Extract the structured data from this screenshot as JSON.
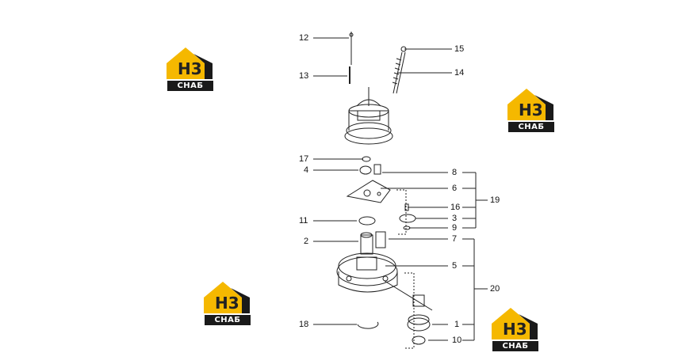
{
  "diagram": {
    "callouts": {
      "c12": "12",
      "c13": "13",
      "c15": "15",
      "c14": "14",
      "c17": "17",
      "c4": "4",
      "c8": "8",
      "c6": "6",
      "c19": "19",
      "c16": "16",
      "c3": "3",
      "c9": "9",
      "c11": "11",
      "c2": "2",
      "c7": "7",
      "c5": "5",
      "c20": "20",
      "c18": "18",
      "c1": "1",
      "c10": "10"
    }
  },
  "logos": [
    {
      "mark": "H3",
      "text": "СНАБ"
    },
    {
      "mark": "H3",
      "text": "СНАБ"
    },
    {
      "mark": "H3",
      "text": "СНАБ"
    },
    {
      "mark": "H3",
      "text": "СНАБ"
    }
  ],
  "colors": {
    "logo_yellow": "#f5b800",
    "logo_dark": "#1a1a1a",
    "line": "#222222"
  }
}
